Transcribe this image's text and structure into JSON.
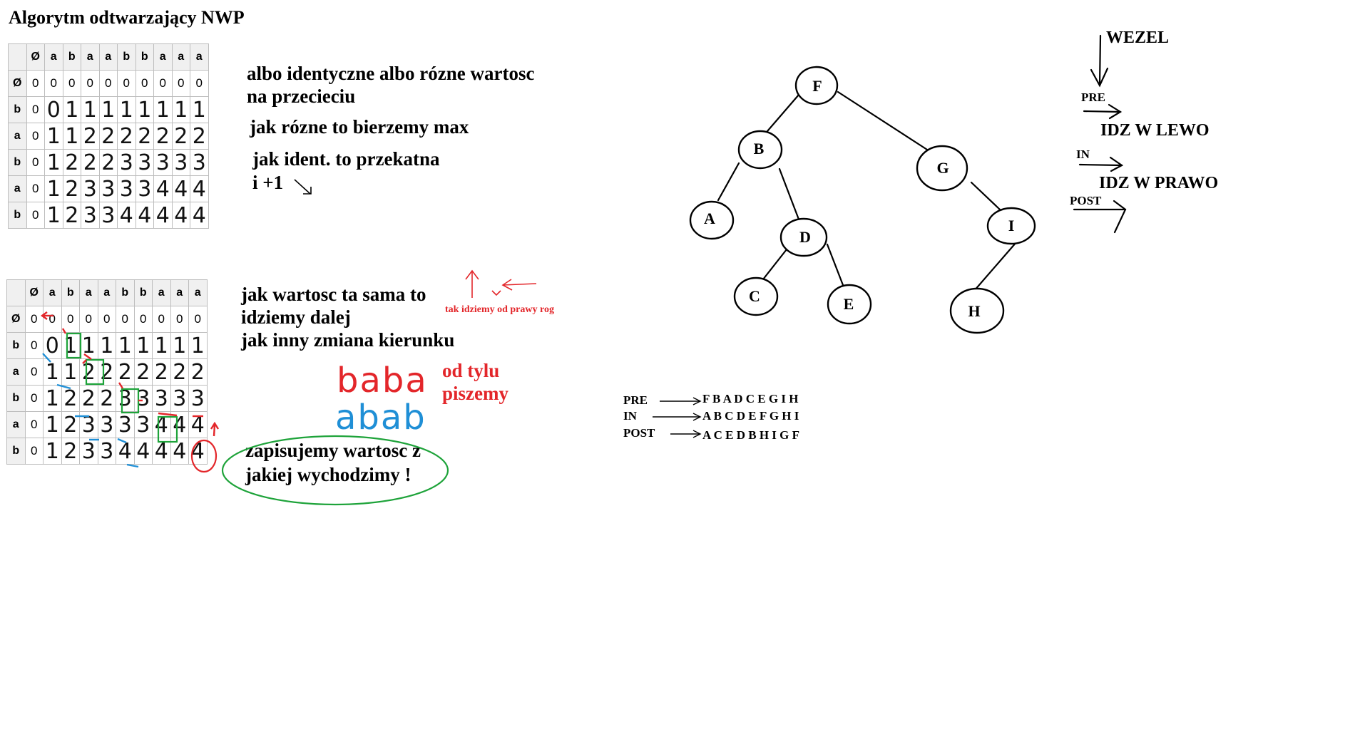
{
  "title": "Algorytm odtwarzający NWP",
  "table1": {
    "header": [
      "",
      "Ø",
      "a",
      "b",
      "a",
      "a",
      "b",
      "b",
      "a",
      "a",
      "a"
    ],
    "rows": [
      [
        "Ø",
        "0",
        "0",
        "0",
        "0",
        "0",
        "0",
        "0",
        "0",
        "0",
        "0"
      ],
      [
        "b",
        "0",
        "0",
        "1",
        "1",
        "1",
        "1",
        "1",
        "1",
        "1",
        "1"
      ],
      [
        "a",
        "0",
        "1",
        "1",
        "2",
        "2",
        "2",
        "2",
        "2",
        "2",
        "2"
      ],
      [
        "b",
        "0",
        "1",
        "2",
        "2",
        "2",
        "3",
        "3",
        "3",
        "3",
        "3"
      ],
      [
        "a",
        "0",
        "1",
        "2",
        "3",
        "3",
        "3",
        "3",
        "4",
        "4",
        "4"
      ],
      [
        "b",
        "0",
        "1",
        "2",
        "3",
        "3",
        "4",
        "4",
        "4",
        "4",
        "4"
      ]
    ]
  },
  "table2": {
    "header": [
      "",
      "Ø",
      "a",
      "b",
      "a",
      "a",
      "b",
      "b",
      "a",
      "a",
      "a"
    ],
    "rows": [
      [
        "Ø",
        "0",
        "0",
        "0",
        "0",
        "0",
        "0",
        "0",
        "0",
        "0",
        "0"
      ],
      [
        "b",
        "0",
        "0",
        "1",
        "1",
        "1",
        "1",
        "1",
        "1",
        "1",
        "1"
      ],
      [
        "a",
        "0",
        "1",
        "1",
        "2",
        "2",
        "2",
        "2",
        "2",
        "2",
        "2"
      ],
      [
        "b",
        "0",
        "1",
        "2",
        "2",
        "2",
        "3",
        "3",
        "3",
        "3",
        "3"
      ],
      [
        "a",
        "0",
        "1",
        "2",
        "3",
        "3",
        "3",
        "3",
        "4",
        "4",
        "4"
      ],
      [
        "b",
        "0",
        "1",
        "2",
        "3",
        "3",
        "4",
        "4",
        "4",
        "4",
        "4"
      ]
    ]
  },
  "notes": {
    "rule1a": "albo identyczne albo rózne wartosc",
    "rule1b": "na przecieciu",
    "rule2": "jak rózne to bierzemy max",
    "rule3a": "jak ident. to przekatna",
    "rule3b": "i +1",
    "walk1": "jak wartosc ta sama to",
    "walk2": "idziemy dalej",
    "walk3": "jak inny zmiana kierunku",
    "corner": "tak idziemy od prawy rog",
    "backwards1": "od tylu",
    "backwards2": "piszemy",
    "word_red": "baba",
    "word_blue": "abab",
    "save1": "zapisujemy wartosc z",
    "save2": "jakiej wychodzimy !"
  },
  "tree": {
    "nodes": [
      "F",
      "B",
      "G",
      "A",
      "D",
      "I",
      "C",
      "E",
      "H"
    ]
  },
  "traversal": {
    "pre_label": "PRE",
    "pre_seq": "F B A D C E G I H",
    "in_label": "IN",
    "in_seq": "A B C D E F G H I",
    "post_label": "POST",
    "post_seq": "A C E D B H I G F"
  },
  "legend": {
    "node": "WEZEL",
    "pre": "PRE",
    "in": "IN",
    "post": "POST",
    "left": "IDZ W LEWO",
    "right": "IDZ W PRAWO"
  },
  "colors": {
    "red": "#e3262a",
    "blue": "#1f8fd6",
    "green": "#1ea33a"
  }
}
